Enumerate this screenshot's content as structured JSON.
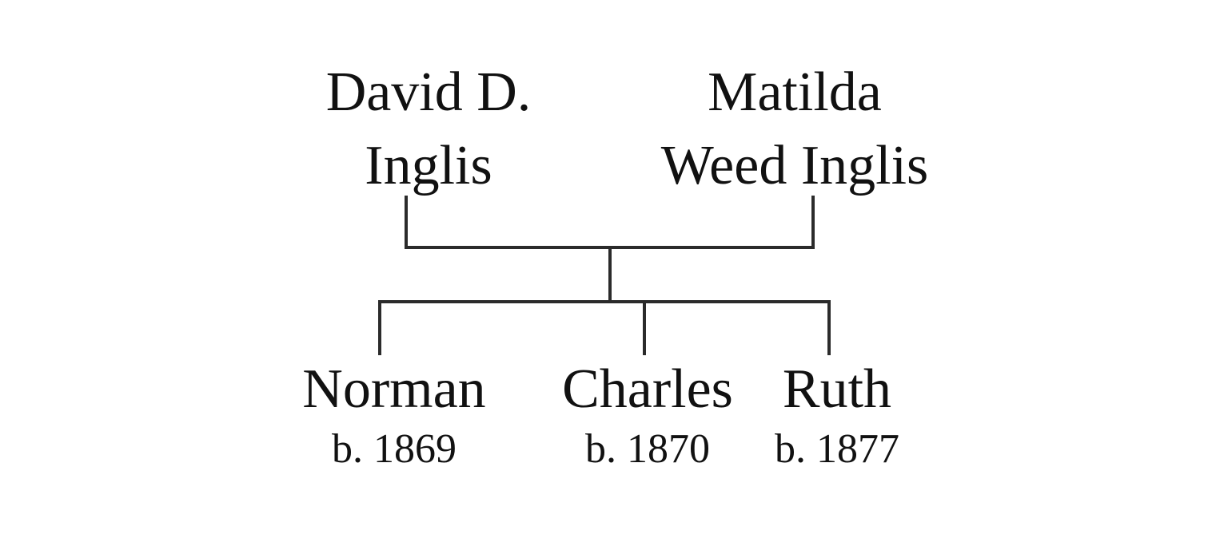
{
  "parents": [
    {
      "line1": "David D.",
      "line2": "Inglis"
    },
    {
      "line1": "Matilda",
      "line2": "Weed Inglis"
    }
  ],
  "children": [
    {
      "name": "Norman",
      "birth": "b. 1869"
    },
    {
      "name": "Charles",
      "birth": "b. 1870"
    },
    {
      "name": "Ruth",
      "birth": "b. 1877"
    }
  ],
  "colors": {
    "text": "#111111",
    "line": "#2b2b2b",
    "background": "#ffffff"
  }
}
